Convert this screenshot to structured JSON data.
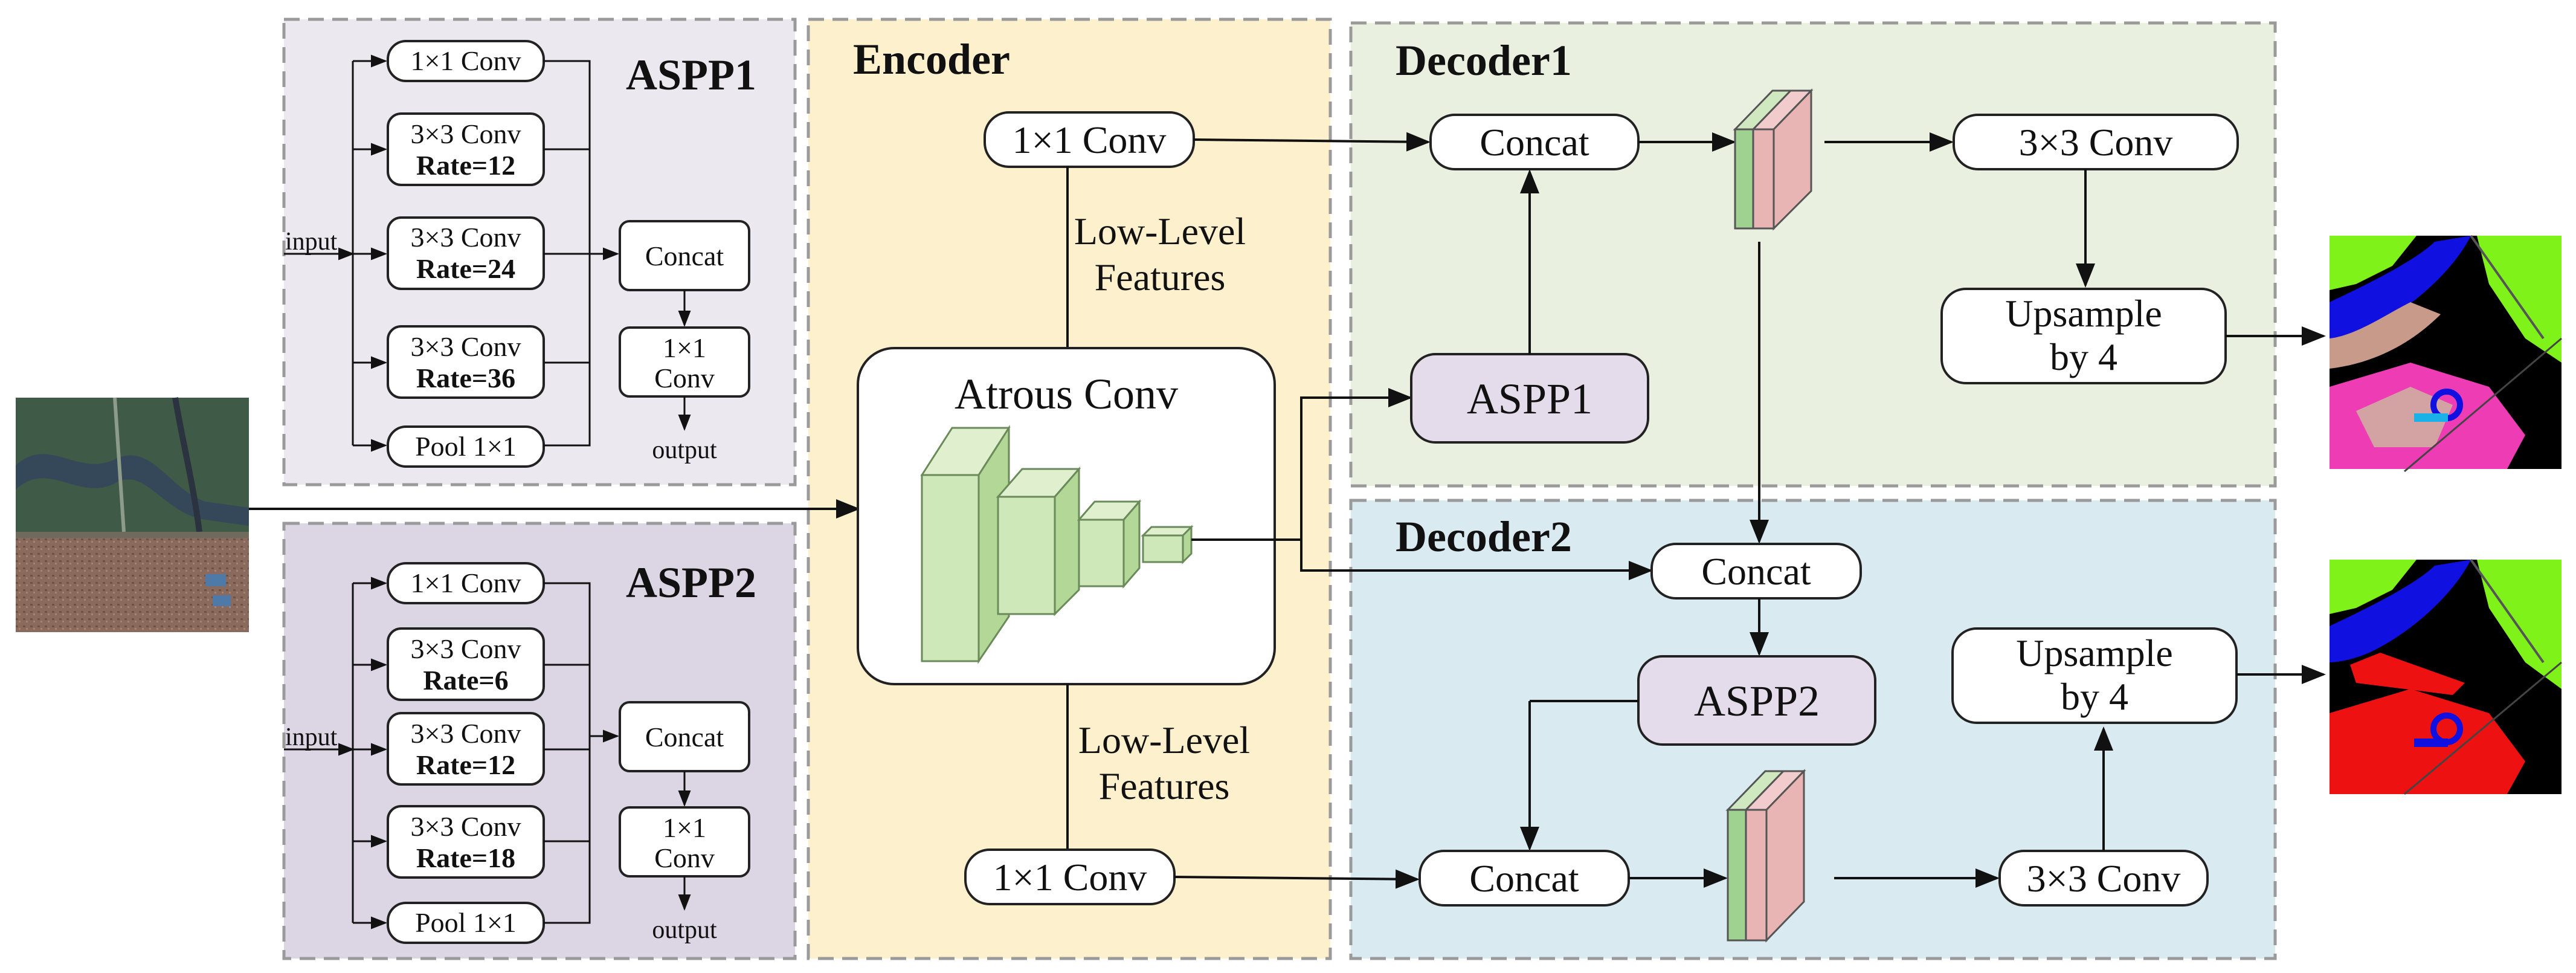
{
  "aspp1": {
    "title": "ASPP1",
    "branch1": "1×1 Conv",
    "branch2_l1": "3×3 Conv",
    "branch2_l2": "Rate=12",
    "branch3_l1": "3×3 Conv",
    "branch3_l2": "Rate=24",
    "branch4_l1": "3×3 Conv",
    "branch4_l2": "Rate=36",
    "pool": "Pool 1×1",
    "concat": "Concat",
    "conv_l1": "1×1",
    "conv_l2": "Conv",
    "input": "input",
    "output": "output"
  },
  "aspp2": {
    "title": "ASPP2",
    "branch1": "1×1 Conv",
    "branch2_l1": "3×3 Conv",
    "branch2_l2": "Rate=6",
    "branch3_l1": "3×3 Conv",
    "branch3_l2": "Rate=12",
    "branch4_l1": "3×3 Conv",
    "branch4_l2": "Rate=18",
    "pool": "Pool 1×1",
    "concat": "Concat",
    "conv_l1": "1×1",
    "conv_l2": "Conv",
    "input": "input",
    "output": "output"
  },
  "encoder": {
    "title": "Encoder",
    "top_conv": "1×1 Conv",
    "bottom_conv": "1×1 Conv",
    "atrous": "Atrous Conv",
    "low_level_top_l1": "Low-Level",
    "low_level_top_l2": "Features",
    "low_level_bottom_l1": "Low-Level",
    "low_level_bottom_l2": "Features"
  },
  "decoder1": {
    "title": "Decoder1",
    "concat": "Concat",
    "aspp": "ASPP1",
    "conv3": "3×3 Conv",
    "upsample_l1": "Upsample",
    "upsample_l2": "by 4"
  },
  "decoder2": {
    "title": "Decoder2",
    "concat_top": "Concat",
    "aspp": "ASPP2",
    "concat_bottom": "Concat",
    "conv3": "3×3 Conv",
    "upsample_l1": "Upsample",
    "upsample_l2": "by 4"
  },
  "colors": {
    "aspp1_panel": "#ece8f0",
    "aspp2_panel": "#dcd5e3",
    "encoder_panel": "#fdf0cd",
    "decoder1_panel": "#e9f0df",
    "decoder2_panel": "#daeaf1",
    "aspp_node": "#e4dcea",
    "cube_front": "#cfe8b9",
    "cube_side": "#b3d796",
    "feature_green": "#9fd190",
    "feature_pink": "#e8b4b4",
    "seg_green": "#7ff21a",
    "seg_blue": "#1010e0",
    "seg_pink": "#ee3cb4",
    "seg_red": "#ee1111"
  }
}
